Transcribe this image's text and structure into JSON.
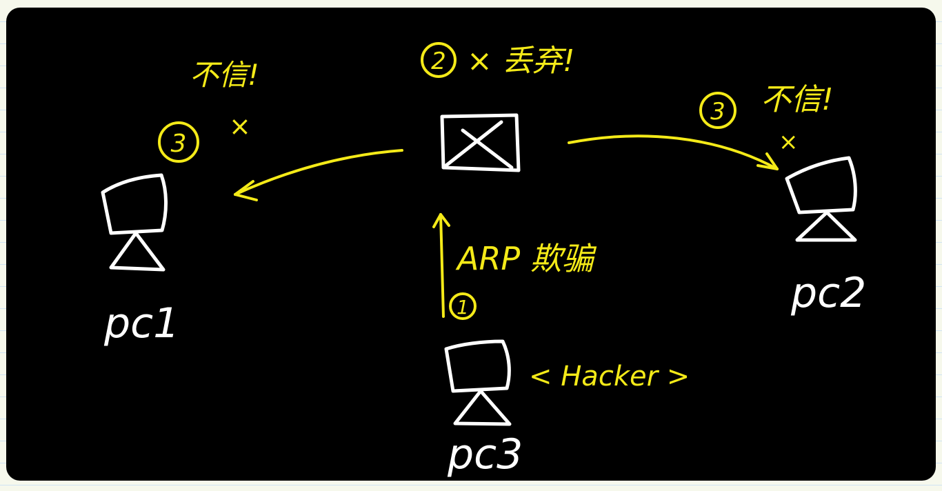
{
  "colors": {
    "board": "#000000",
    "ink_white": "#ffffff",
    "ink_yellow": "#f4ea18",
    "paper": "#f6f8ec",
    "paper_lines": "#cfe3f4"
  },
  "nodes": {
    "pc1": {
      "label": "pc1",
      "icon": "computer-icon"
    },
    "pc2": {
      "label": "pc2",
      "icon": "computer-icon"
    },
    "pc3": {
      "label": "pc3",
      "icon": "computer-icon",
      "tag": "< Hacker >"
    },
    "switch": {
      "icon": "switch-icon"
    }
  },
  "annotations": {
    "pc1_distrust": "不信!",
    "pc1_step": "3",
    "pc1_cross": "×",
    "switch_step": "2",
    "switch_text": "× 丢弃!",
    "pc2_step": "3",
    "pc2_distrust": "不信!",
    "pc2_cross": "×",
    "arp_label": "ARP 欺骗",
    "arp_step": "1"
  }
}
